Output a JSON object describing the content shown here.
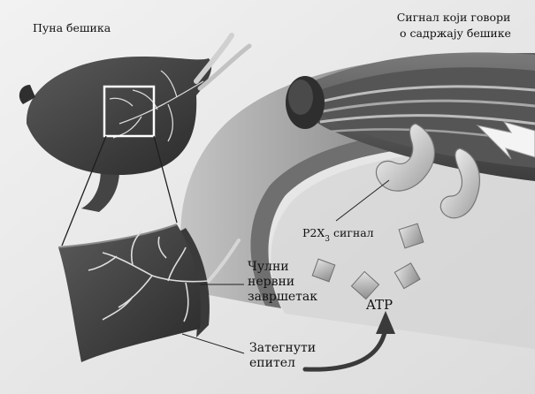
{
  "labels": {
    "full_bladder": "Пуна бешика",
    "signal_line1": "Сигнал који говори",
    "signal_line2": "о садржају бешике",
    "p2x3_main": "P2X",
    "p2x3_sub": "3",
    "p2x3_suffix": "сигнал",
    "nerve_line1": "Чулни",
    "nerve_line2": "нервни",
    "nerve_line3": "завршетак",
    "atp": "ATP",
    "epithelium_line1": "Затегнути",
    "epithelium_line2": "епител"
  }
}
